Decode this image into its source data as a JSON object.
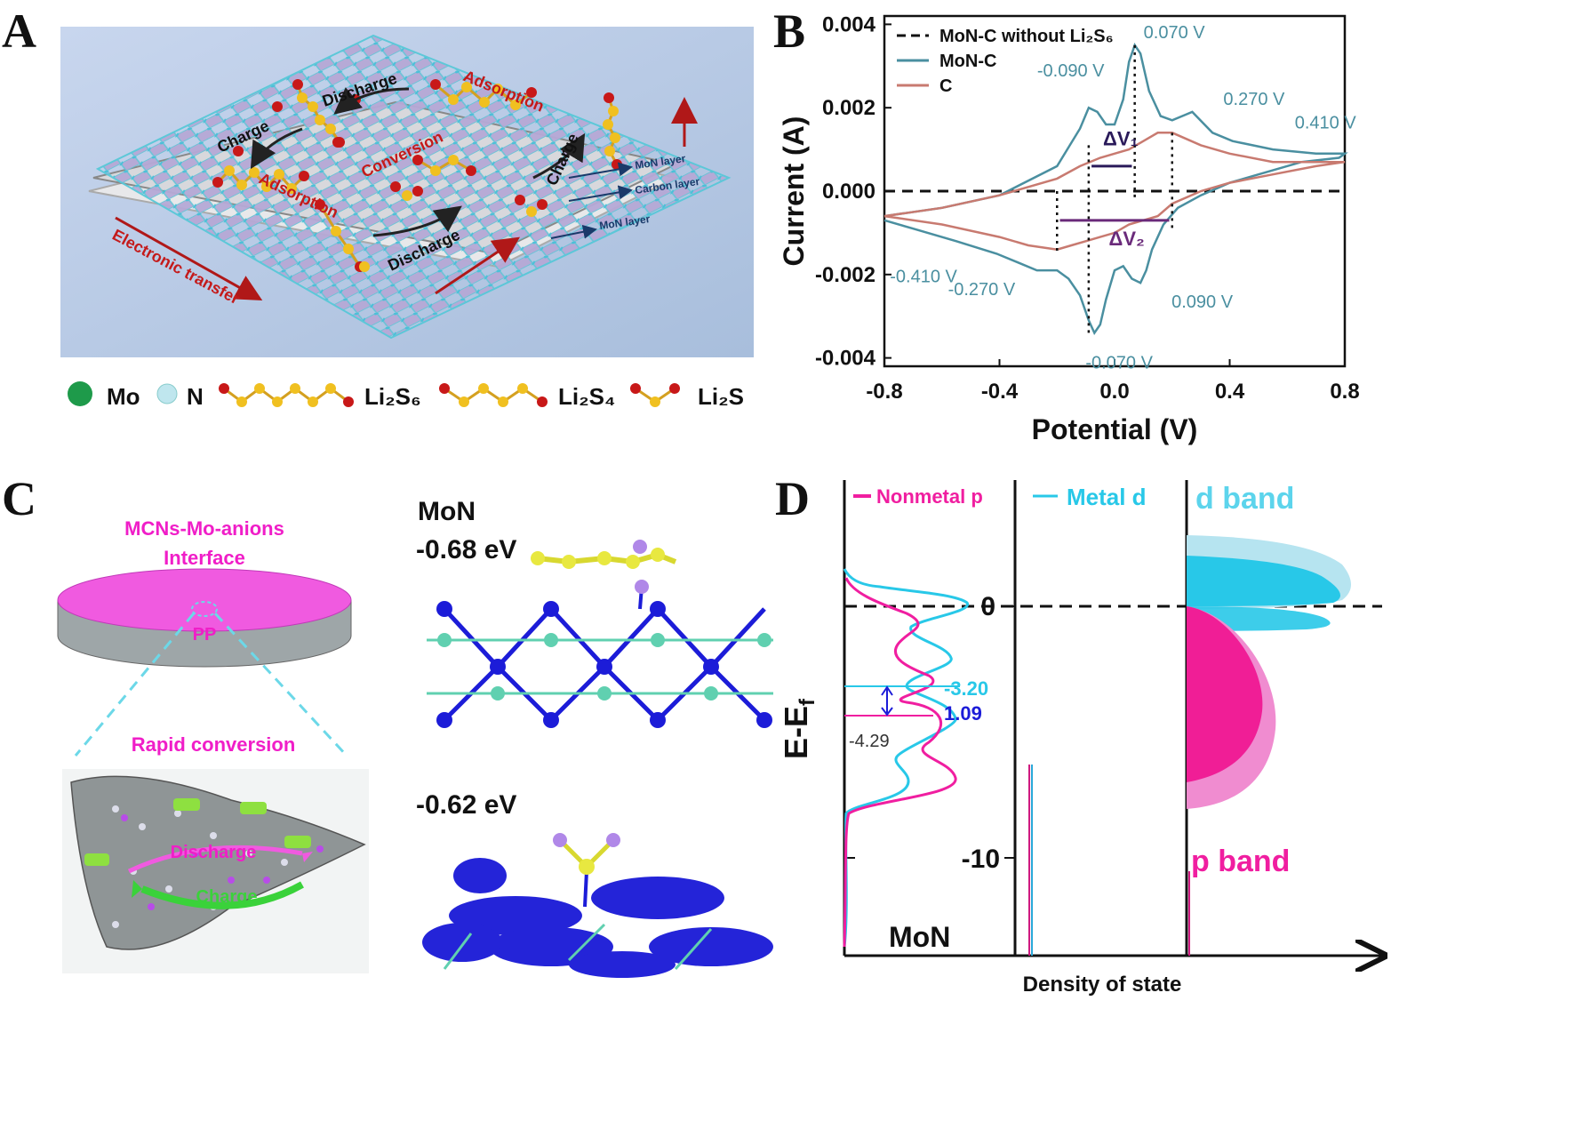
{
  "panels": {
    "A": {
      "letter": "A",
      "labels": {
        "discharge_top": "Discharge",
        "charge_left": "Charge",
        "adsorption_top": "Adsorption",
        "conversion": "Conversion",
        "adsorption_mid": "Adsorption",
        "charge_right": "Charge",
        "discharge_bottom": "Discharge",
        "electronic_transfer": "Electronic transfer",
        "mon_layer_top": "MoN layer",
        "carbon_layer": "Carbon layer",
        "mon_layer_bottom": "MoN layer"
      },
      "legend": {
        "mo": "Mo",
        "n": "N",
        "li2s6": "Li₂S₆",
        "li2s4": "Li₂S₄",
        "li2s": "Li₂S"
      },
      "colors": {
        "mo": "#1e9a4a",
        "n": "#bfe6ee",
        "s": "#e8b820",
        "li": "#c81818",
        "lattice": "#58c8d8"
      }
    },
    "B": {
      "letter": "B"
    },
    "C": {
      "letter": "C",
      "labels": {
        "interface_line1": "MCNs-Mo-anions",
        "interface_line2": "Interface",
        "pp": "PP",
        "rapid_conversion": "Rapid conversion",
        "discharge": "Discharge",
        "charge": "Charge",
        "mon": "MoN",
        "energy_top": "-0.68 eV",
        "energy_bottom": "-0.62 eV"
      },
      "colors": {
        "magenta": "#f01ec8",
        "green": "#3ad23a",
        "blue": "#1c1cd8",
        "teal": "#60d0b0"
      }
    },
    "D": {
      "letter": "D",
      "legend_nonmetal": "Nonmetal p",
      "legend_metal": "Metal d",
      "d_band": "d band",
      "p_band": "p band",
      "ylabel": "E-E",
      "ylabel_sub": "f",
      "xlabel": "Density of state",
      "tick_0": "0",
      "tick_m10": "-10",
      "ann_m320": "-3.20",
      "ann_109": "1.09",
      "ann_m429": "-4.29",
      "mon_label": "MoN",
      "colors": {
        "p": "#f01ea0",
        "d": "#28c8e8"
      }
    }
  },
  "chart_data": {
    "type": "line",
    "title": "",
    "xlabel": "Potential (V)",
    "ylabel": "Current (A)",
    "xlim": [
      -0.8,
      0.8
    ],
    "ylim": [
      -0.0042,
      0.0042
    ],
    "xticks": [
      -0.8,
      -0.4,
      0.0,
      0.4,
      0.8
    ],
    "xtick_labels": [
      "-0.8",
      "-0.4",
      "0.0",
      "0.4",
      "0.8"
    ],
    "yticks": [
      -0.004,
      -0.002,
      0.0,
      0.002,
      0.004
    ],
    "ytick_labels": [
      "-0.004",
      "-0.002",
      "0.000",
      "0.002",
      "0.004"
    ],
    "legend_position": "top-left",
    "series": [
      {
        "name": "MoN-C without Li₂S₆",
        "color": "#111111",
        "dash": true,
        "x": [
          -0.8,
          0.8
        ],
        "y": [
          0.0,
          0.0
        ]
      },
      {
        "name": "MoN-C",
        "color": "#4a8fa0",
        "x": [
          -0.8,
          -0.6,
          -0.4,
          -0.2,
          -0.12,
          -0.09,
          -0.06,
          -0.03,
          0.0,
          0.03,
          0.05,
          0.07,
          0.09,
          0.12,
          0.16,
          0.2,
          0.27,
          0.34,
          0.41,
          0.55,
          0.7,
          0.8,
          0.78,
          0.65,
          0.5,
          0.4,
          0.3,
          0.22,
          0.17,
          0.13,
          0.11,
          0.09,
          0.06,
          0.03,
          0.0,
          -0.03,
          -0.05,
          -0.07,
          -0.09,
          -0.12,
          -0.16,
          -0.2,
          -0.27,
          -0.34,
          -0.41,
          -0.55,
          -0.7,
          -0.8
        ],
        "y": [
          -0.0006,
          -0.0004,
          -0.0001,
          0.0006,
          0.0015,
          0.002,
          0.0019,
          0.0016,
          0.0016,
          0.0022,
          0.0031,
          0.0035,
          0.0033,
          0.0024,
          0.0018,
          0.0017,
          0.0019,
          0.0014,
          0.0012,
          0.001,
          0.0009,
          0.0009,
          0.0008,
          0.0007,
          0.0004,
          0.0002,
          -0.0001,
          -0.0004,
          -0.0008,
          -0.0014,
          -0.0019,
          -0.0022,
          -0.0021,
          -0.0018,
          -0.0019,
          -0.0026,
          -0.0032,
          -0.0034,
          -0.0031,
          -0.0025,
          -0.0021,
          -0.0019,
          -0.0019,
          -0.0017,
          -0.0015,
          -0.0012,
          -0.0009,
          -0.0007
        ]
      },
      {
        "name": "C",
        "color": "#c87a70",
        "x": [
          -0.8,
          -0.6,
          -0.4,
          -0.3,
          -0.2,
          -0.12,
          -0.05,
          0.0,
          0.05,
          0.1,
          0.15,
          0.2,
          0.3,
          0.4,
          0.55,
          0.7,
          0.8,
          0.7,
          0.55,
          0.4,
          0.3,
          0.2,
          0.15,
          0.1,
          0.05,
          0.0,
          -0.05,
          -0.1,
          -0.15,
          -0.2,
          -0.3,
          -0.4,
          -0.6,
          -0.8
        ],
        "y": [
          -0.0006,
          -0.0004,
          -0.0001,
          0.0001,
          0.0003,
          0.0006,
          0.0008,
          0.0009,
          0.001,
          0.0012,
          0.0014,
          0.0014,
          0.0011,
          0.0009,
          0.0007,
          0.0007,
          0.0007,
          0.0006,
          0.0004,
          0.0002,
          0.0,
          -0.0003,
          -0.0006,
          -0.0007,
          -0.0008,
          -0.001,
          -0.0011,
          -0.0012,
          -0.0013,
          -0.0014,
          -0.0013,
          -0.0011,
          -0.0008,
          -0.0006
        ]
      }
    ],
    "annotations": [
      {
        "text": "0.070 V",
        "x": 0.07,
        "y": 0.0035
      },
      {
        "text": "-0.090 V",
        "x": -0.09,
        "y": 0.002
      },
      {
        "text": "0.270 V",
        "x": 0.27,
        "y": 0.0019
      },
      {
        "text": "0.410 V",
        "x": 0.41,
        "y": 0.0012
      },
      {
        "text": "-0.410 V",
        "x": -0.41,
        "y": -0.0015
      },
      {
        "text": "-0.270 V",
        "x": -0.27,
        "y": -0.0019
      },
      {
        "text": "0.090 V",
        "x": 0.09,
        "y": -0.0022
      },
      {
        "text": "-0.070 V",
        "x": -0.07,
        "y": -0.0034
      }
    ],
    "delta_v1": "ΔV₁",
    "delta_v2": "ΔV₂"
  }
}
